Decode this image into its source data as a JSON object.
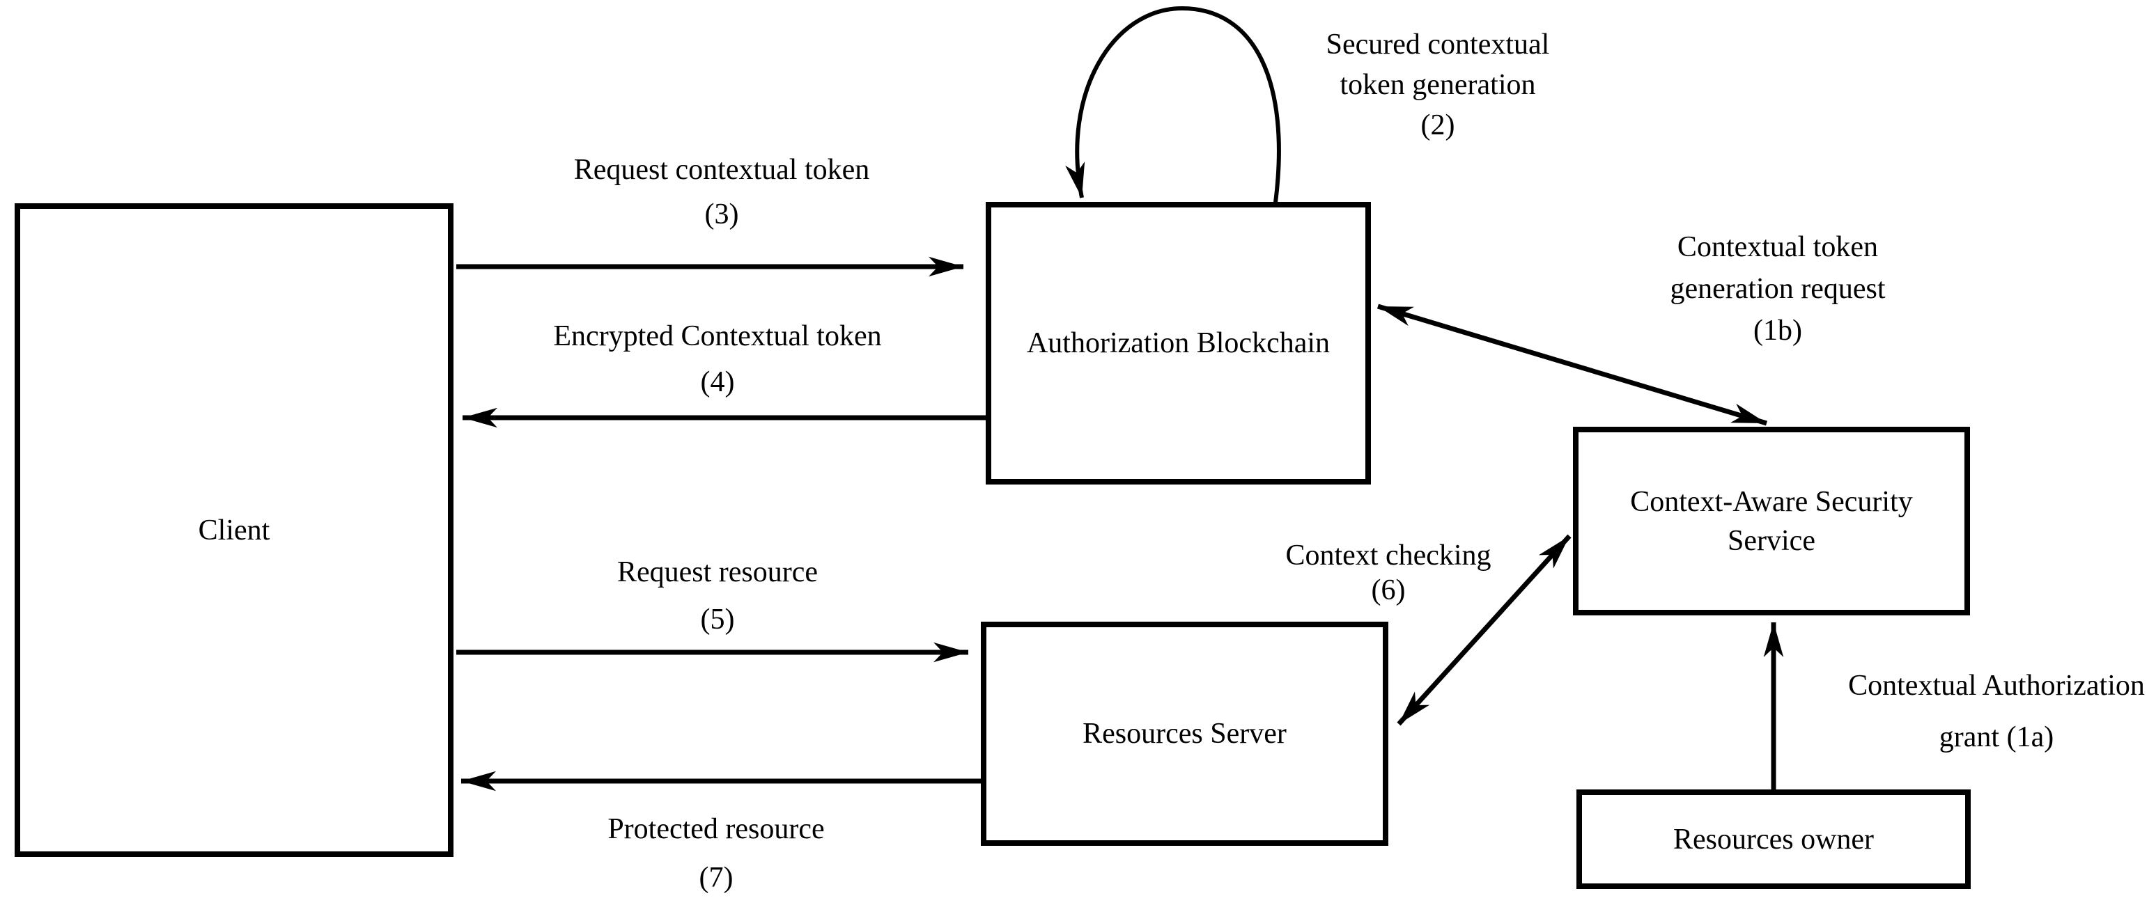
{
  "colors": {
    "stroke": "#000000",
    "background": "#ffffff",
    "text": "#000000"
  },
  "nodes": {
    "client": {
      "lines": [
        "Client"
      ]
    },
    "authorization_blockchain": {
      "lines": [
        "Authorization Blockchain"
      ]
    },
    "resources_server": {
      "lines": [
        "Resources Server"
      ]
    },
    "context_aware_security_service": {
      "lines": [
        "Context-Aware Security",
        "Service"
      ]
    },
    "resources_owner": {
      "lines": [
        "Resources owner"
      ]
    }
  },
  "edge_labels": {
    "secured_contextual_token_generation": {
      "lines": [
        "Secured contextual",
        "token generation",
        "(2)"
      ]
    },
    "request_contextual_token": {
      "lines": [
        "Request contextual token",
        "(3)"
      ]
    },
    "encrypted_contextual_token": {
      "lines": [
        "Encrypted Contextual token",
        "(4)"
      ]
    },
    "request_resource": {
      "lines": [
        "Request resource",
        "(5)"
      ]
    },
    "protected_resource": {
      "lines": [
        "Protected resource",
        "(7)"
      ]
    },
    "contextual_token_generation_request": {
      "lines": [
        "Contextual token",
        "generation request",
        "(1b)"
      ]
    },
    "context_checking": {
      "lines": [
        "Context checking",
        "(6)"
      ]
    },
    "contextual_authorization_grant": {
      "lines": [
        "Contextual Authorization",
        "grant (1a)"
      ]
    }
  }
}
